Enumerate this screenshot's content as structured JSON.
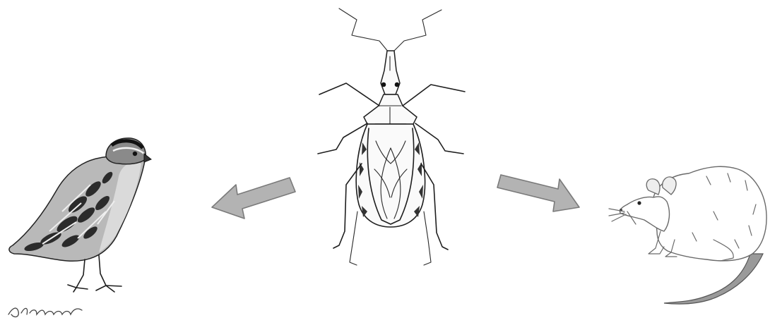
{
  "illustrations": {
    "bird": {
      "icon": "quail-bird-drawing"
    },
    "insect": {
      "icon": "triatomine-bug-drawing"
    },
    "rodent": {
      "icon": "rat-drawing"
    },
    "signature": {
      "icon": "artist-signature",
      "text": "A.Lemons"
    }
  },
  "arrows": [
    {
      "icon": "arrow-left-icon",
      "points_to": "bird",
      "color": "#b3b3b3"
    },
    {
      "icon": "arrow-right-icon",
      "points_to": "rodent",
      "color": "#b3b3b3"
    }
  ],
  "colors": {
    "background": "#ffffff",
    "ink": "#1e1e1e",
    "arrow_fill": "#b3b3b3",
    "arrow_stroke": "#7a7a7a"
  }
}
